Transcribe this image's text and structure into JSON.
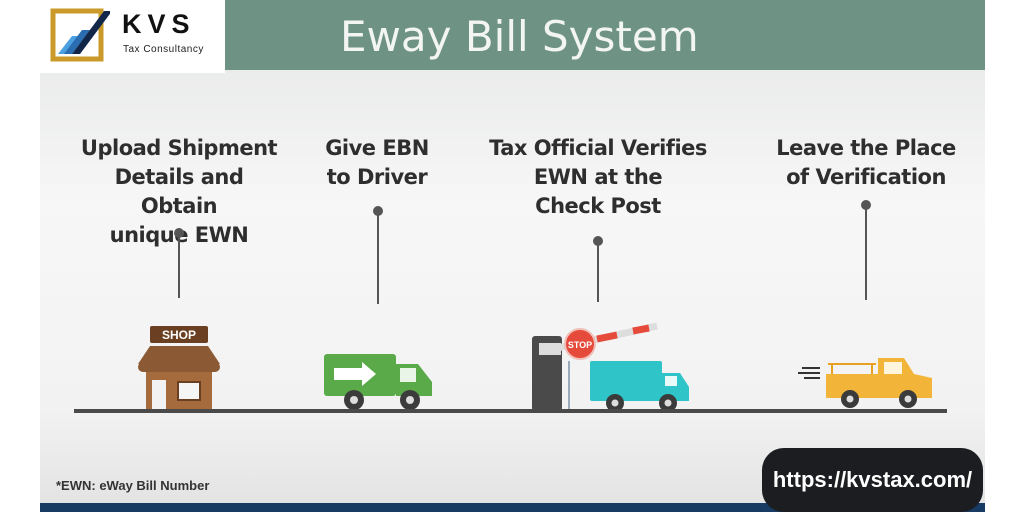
{
  "logo": {
    "name": "KVS",
    "tagline": "Tax Consultancy"
  },
  "title": "Eway Bill System",
  "steps": [
    {
      "lines": [
        "Upload Shipment",
        "Details and Obtain",
        "unique EWN"
      ],
      "icon": "shop-icon",
      "sign": "SHOP"
    },
    {
      "lines": [
        "Give EBN",
        "to Driver"
      ],
      "icon": "delivery-van-icon"
    },
    {
      "lines": [
        "Tax Official Verifies",
        "EWN at the",
        "Check Post"
      ],
      "icon": "check-post-truck-icon",
      "sign": "STOP"
    },
    {
      "lines": [
        "Leave the Place",
        "of Verification"
      ],
      "icon": "pickup-truck-icon"
    }
  ],
  "footnote": "*EWN: eWay Bill Number",
  "url": "https://kvstax.com/",
  "colors": {
    "header": "#6e9384",
    "shop": "#8b5a34",
    "van": "#5aaa4a",
    "truck": "#2ec4c8",
    "pickup": "#f2b53a",
    "bottom_bar": "#173b63"
  }
}
